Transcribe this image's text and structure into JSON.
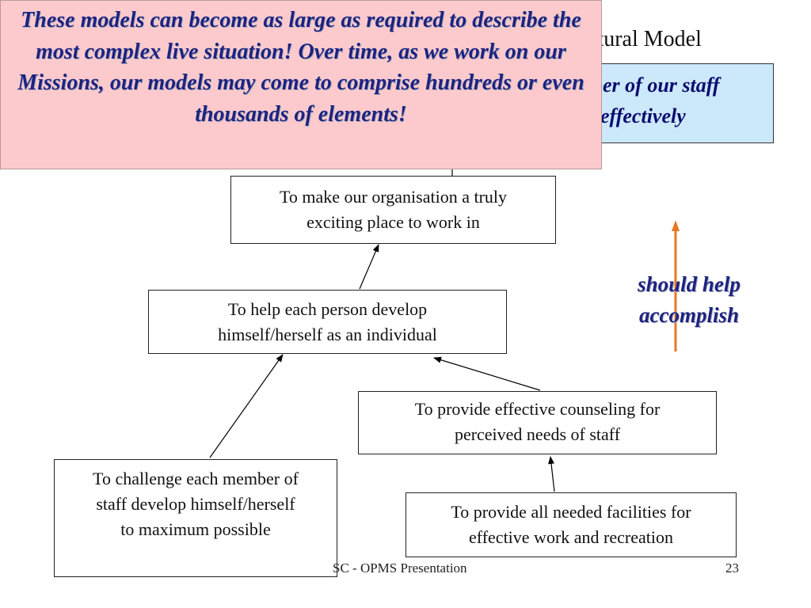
{
  "slide": {
    "title_visible": "ctural Model",
    "blue_box_lines": [
      "ber of our staff",
      "effectively"
    ],
    "callout_text": "These models can become as large as required to describe the most complex live situation!  Over time, as we work on our Missions, our models may come to comprise hundreds or even thousands of elements!",
    "side_label_lines": [
      "should help",
      "accomplish"
    ],
    "footer_text": "SC - OPMS Presentation",
    "page_number": "23"
  },
  "nodes": [
    {
      "id": "n1",
      "lines": [
        "To make our organisation a truly",
        "exciting place to work in"
      ]
    },
    {
      "id": "n2",
      "lines": [
        "To help each person develop",
        "himself/herself as an individual"
      ]
    },
    {
      "id": "n3",
      "lines": [
        "To provide effective counseling for",
        "perceived needs of staff"
      ]
    },
    {
      "id": "n4",
      "lines": [
        "To challenge each member of",
        "staff develop  himself/herself",
        "to maximum possible"
      ]
    },
    {
      "id": "n5",
      "lines": [
        "To provide all needed facilities for",
        "effective work and recreation"
      ]
    }
  ],
  "colors": {
    "callout_bg": "#fccacc",
    "callout_text": "#1c2380",
    "blue_box_bg": "#cce8fb",
    "orange_arrow": "#e87722"
  }
}
